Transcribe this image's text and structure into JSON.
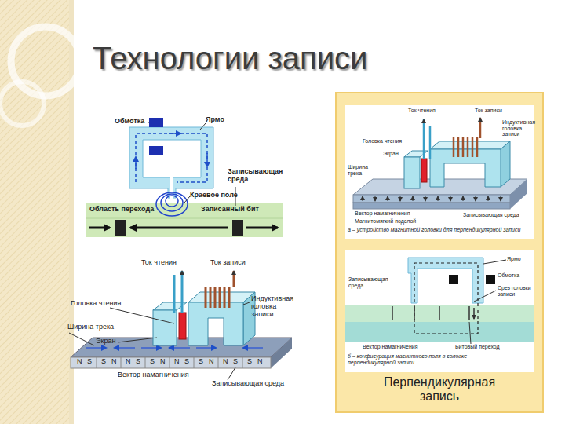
{
  "diagram": {
    "title": "Технологии записи",
    "caption": "Перпендикулярная запись",
    "labels": [
      "Обмотка",
      "Ярмо",
      "Записывающая среда",
      "Краевое поле",
      "Область перехода",
      "Записанный бит",
      "Ток чтения",
      "Ток записи",
      "Головка чтения",
      "Индуктивная головка записи",
      "Ширина трека",
      "Экран",
      "Вектор намагничения",
      "Записывающая среда",
      "N",
      "S",
      "S",
      "N",
      "N",
      "S",
      "S",
      "N",
      "N",
      "S",
      "S",
      "N",
      "N",
      "S",
      "S",
      "N",
      "Ток чтения",
      "Ток записи",
      "Индуктивная головка записи",
      "Головка чтения",
      "Экран",
      "Ширина трека",
      "Вектор намагничения",
      "Магнитомягкий подслой",
      "Записывающая среда",
      "а – устройство магнитной головки для перпендикулярной записи",
      "Ярмо",
      "Записывающая среда",
      "Обмотка",
      "Срез головки записи",
      "Вектор намагничения",
      "Битовый переход",
      "б – конфигурация магнитного поля в головке перпендикулярной записи"
    ]
  }
}
